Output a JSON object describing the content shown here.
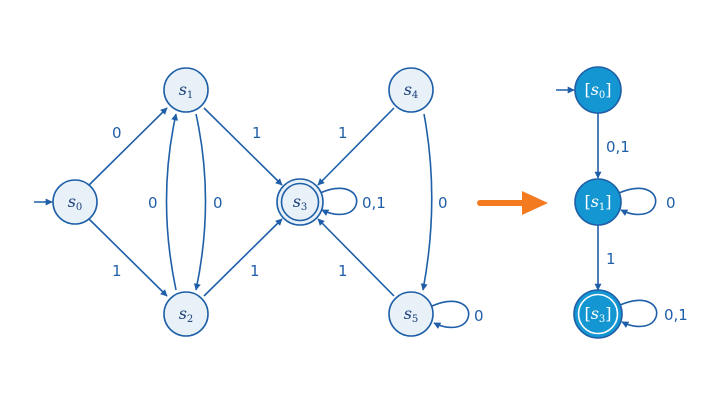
{
  "colors": {
    "stroke": "#1f5fa8",
    "light_fill": "#e8f0f8",
    "dark_fill": "#1496d2",
    "arrow": "#f47a1f"
  },
  "left_automaton": {
    "states": [
      {
        "id": "s0",
        "base": "s",
        "sub": "0",
        "initial": true,
        "accepting": false
      },
      {
        "id": "s1",
        "base": "s",
        "sub": "1",
        "initial": false,
        "accepting": false
      },
      {
        "id": "s2",
        "base": "s",
        "sub": "2",
        "initial": false,
        "accepting": false
      },
      {
        "id": "s3",
        "base": "s",
        "sub": "3",
        "initial": false,
        "accepting": true
      },
      {
        "id": "s4",
        "base": "s",
        "sub": "4",
        "initial": false,
        "accepting": false
      },
      {
        "id": "s5",
        "base": "s",
        "sub": "5",
        "initial": false,
        "accepting": false
      }
    ],
    "transitions": [
      {
        "from": "s0",
        "to": "s1",
        "label": "0"
      },
      {
        "from": "s0",
        "to": "s2",
        "label": "1"
      },
      {
        "from": "s2",
        "to": "s1",
        "label": "0"
      },
      {
        "from": "s1",
        "to": "s2",
        "label": "0"
      },
      {
        "from": "s1",
        "to": "s3",
        "label": "1"
      },
      {
        "from": "s2",
        "to": "s3",
        "label": "1"
      },
      {
        "from": "s3",
        "to": "s3",
        "label": "0,1"
      },
      {
        "from": "s4",
        "to": "s3",
        "label": "1"
      },
      {
        "from": "s4",
        "to": "s5",
        "label": "0"
      },
      {
        "from": "s5",
        "to": "s3",
        "label": "1"
      },
      {
        "from": "s5",
        "to": "s5",
        "label": "0"
      }
    ]
  },
  "right_automaton": {
    "states": [
      {
        "id": "c0",
        "base": "s",
        "sub": "0",
        "initial": true,
        "accepting": false
      },
      {
        "id": "c1",
        "base": "s",
        "sub": "1",
        "initial": false,
        "accepting": false
      },
      {
        "id": "c3",
        "base": "s",
        "sub": "3",
        "initial": false,
        "accepting": true
      }
    ],
    "transitions": [
      {
        "from": "c0",
        "to": "c1",
        "label": "0,1"
      },
      {
        "from": "c1",
        "to": "c1",
        "label": "0"
      },
      {
        "from": "c1",
        "to": "c3",
        "label": "1"
      },
      {
        "from": "c3",
        "to": "c3",
        "label": "0,1"
      }
    ]
  }
}
